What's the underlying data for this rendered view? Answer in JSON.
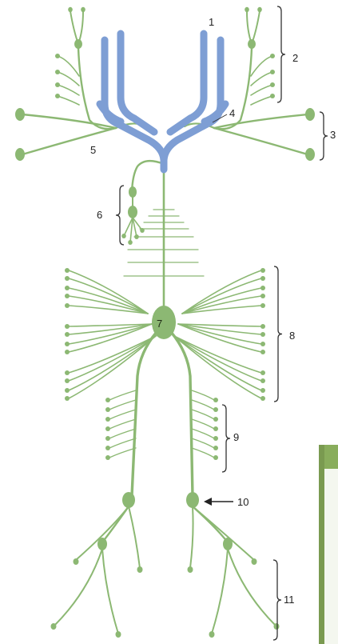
{
  "colors": {
    "nerve": "#8cb873",
    "nerve_dark": "#78a862",
    "spinal_cord": "#7e9ed4",
    "bracket": "#333333",
    "panel_accent": "#89ad5c"
  },
  "labels": {
    "l1": "1",
    "l2": "2",
    "l3": "3",
    "l4": "4",
    "l5": "5",
    "l6": "6",
    "l7": "7",
    "l8": "8",
    "l9": "9",
    "l10": "10",
    "l11": "11"
  },
  "icons": {
    "arrow": "arrow-left-icon"
  }
}
